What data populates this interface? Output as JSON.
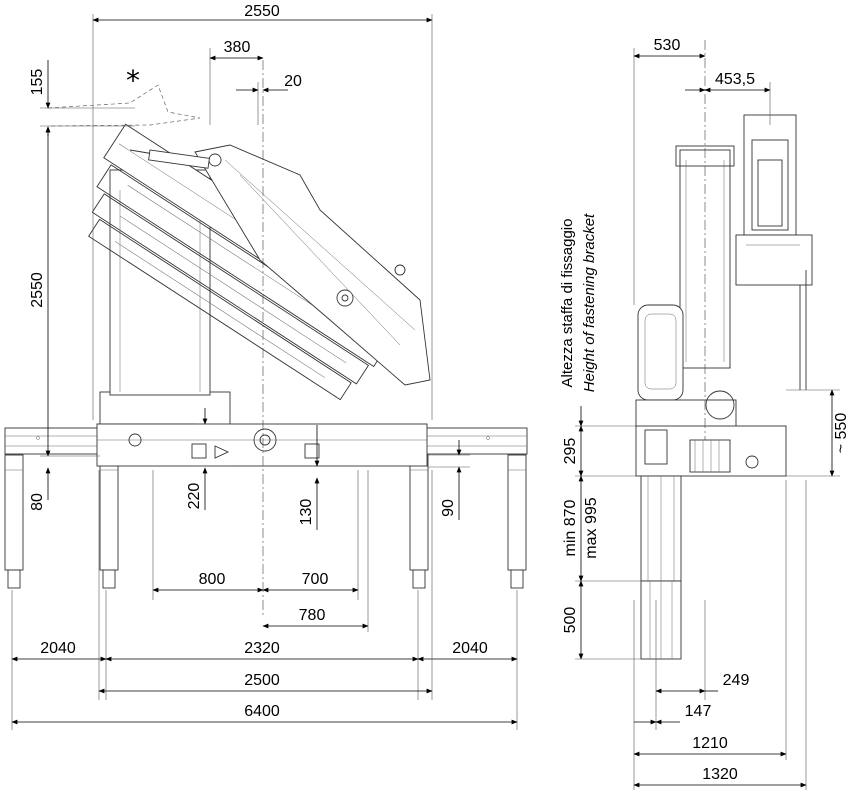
{
  "drawing": {
    "title": "",
    "side_view": {
      "dimensions": {
        "overall_height": "2550",
        "total_width": "2550",
        "top_offset": "380",
        "axis_offset": "20",
        "tip_height": "155",
        "base_left": "800",
        "base_right": "700",
        "base_reach": "780",
        "foot_height": "80",
        "pivot_height": "220",
        "pivot_low": "130",
        "right_foot": "90",
        "outrigger_left": "2040",
        "outrigger_center": "2320",
        "outrigger_right": "2040",
        "base_span": "2500",
        "overall_span": "6400"
      },
      "asterisk": "*"
    },
    "front_view": {
      "dimensions": {
        "half_width": "530",
        "column_offset": "453,5",
        "frame_height": "295",
        "bracket_min": "min 870",
        "bracket_max": "max 995",
        "leg_depth": "500",
        "body_height": "~ 550",
        "offset_249": "249",
        "offset_147": "147",
        "width_1210": "1210",
        "width_1320": "1320"
      },
      "label_it": "Altezza staffa di fissaggio",
      "label_en": "Height of fastening bracket"
    }
  }
}
